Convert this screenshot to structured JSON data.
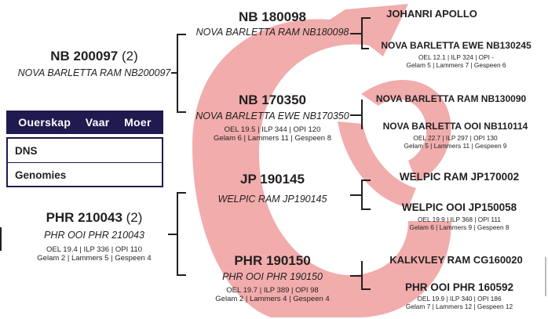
{
  "colors": {
    "navy": "#1f1a4f",
    "logo_pink": "#f1a8a8",
    "text": "#231f20"
  },
  "logo": {
    "name": "background-ram-logo"
  },
  "nav": {
    "ouerskap": "Ouerskap",
    "vaar": "Vaar",
    "moer": "Moer"
  },
  "options": {
    "dns": "DNS",
    "genomies": "Genomies"
  },
  "subject": {
    "id": "NB 200097",
    "count": "(2)",
    "desc": "NOVA BARLETTA RAM NB200097"
  },
  "dam_subject": {
    "id": "PHR 210043",
    "count": "(2)",
    "desc": "PHR OOI PHR 210043",
    "stats1": "OEL 19.4 | ILP 336 | OPI 110",
    "stats2": "Gelam 2 | Lammers 5 | Gespeen 4"
  },
  "sire": {
    "id": "NB 180098",
    "desc": "NOVA BARLETTA RAM NB180098"
  },
  "dam": {
    "id": "NB 170350",
    "desc": "NOVA BARLETTA EWE NB170350",
    "stats1": "OEL 19.5 | ILP 344 | OPI 120",
    "stats2": "Gelam 6 | Lammers 11 | Gespeen 8"
  },
  "sire2": {
    "id": "JP 190145",
    "desc": "WELPIC RAM JP190145"
  },
  "dam2": {
    "id": "PHR 190150",
    "desc": "PHR OOI PHR 190150",
    "stats1": "OEL 19.7 | ILP 389 | OPI 98",
    "stats2": "Gelam 2 | Lammers 4 | Gespeen 4"
  },
  "gp": {
    "g1": {
      "name": "JOHANRI APOLLO"
    },
    "g2": {
      "name": "NOVA BARLETTA EWE NB130245",
      "stats1": "OEL 12.1 | ILP 324 | OPI -",
      "stats2": "Gelam 5 | Lammers 7 | Gespeen 6"
    },
    "g3": {
      "name": "NOVA BARLETTA RAM NB130090"
    },
    "g4": {
      "name": "NOVA BARLETTA OOI NB110114",
      "stats1": "OEL 22.7 | ILP 297 | OPI 130",
      "stats2": "Gelam 5 | Lammers 11 | Gespeen 9"
    },
    "g5": {
      "name": "WELPIC RAM JP170002"
    },
    "g6": {
      "name": "WELPIC OOI JP150058",
      "stats1": "OEL 19.9 | ILP 368 | OPI 111",
      "stats2": "Gelam 6 | Lammers 9 | Gespeen 8"
    },
    "g7": {
      "name": "KALKVLEY RAM CG160020"
    },
    "g8": {
      "name": "PHR OOI PHR 160592",
      "stats1": "OEL 19.9 | ILP 340 | OPI 186",
      "stats2": "Gelam 7 | Lammers 12 | Gespeen 12"
    }
  }
}
